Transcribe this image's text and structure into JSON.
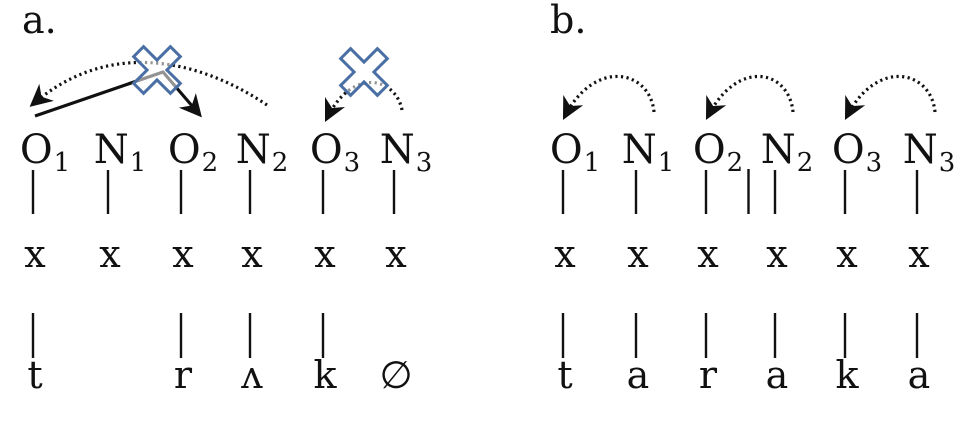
{
  "panels": [
    {
      "id": "a",
      "label": "a.",
      "nodes": [
        {
          "letter": "O",
          "index": "1"
        },
        {
          "letter": "N",
          "index": "1"
        },
        {
          "letter": "O",
          "index": "2"
        },
        {
          "letter": "N",
          "index": "2"
        },
        {
          "letter": "O",
          "index": "3"
        },
        {
          "letter": "N",
          "index": "3"
        }
      ],
      "upper_bars": [
        true,
        true,
        true,
        true,
        true,
        true
      ],
      "skeleton": [
        "x",
        "x",
        "x",
        "x",
        "x",
        "x"
      ],
      "lower_bars": [
        true,
        false,
        true,
        true,
        true,
        false
      ],
      "segments": [
        "t",
        "",
        "r",
        "ʌ",
        "k",
        "∅"
      ],
      "arrows": [
        {
          "from": 3,
          "to": 0,
          "style": "dotted",
          "blocked": false
        },
        {
          "from": 0,
          "to": 2,
          "style": "solid",
          "blocked": true
        },
        {
          "from": 5,
          "to": 4,
          "style": "dotted",
          "blocked": true
        }
      ]
    },
    {
      "id": "b",
      "label": "b.",
      "nodes": [
        {
          "letter": "O",
          "index": "1"
        },
        {
          "letter": "N",
          "index": "1"
        },
        {
          "letter": "O",
          "index": "2"
        },
        {
          "letter": "N",
          "index": "2"
        },
        {
          "letter": "O",
          "index": "3"
        },
        {
          "letter": "N",
          "index": "3"
        }
      ],
      "upper_bars": [
        true,
        true,
        true,
        true,
        true,
        true
      ],
      "extra_upper_bar": true,
      "skeleton": [
        "x",
        "x",
        "x",
        "x",
        "x",
        "x"
      ],
      "lower_bars": [
        true,
        true,
        true,
        true,
        true,
        true
      ],
      "segments": [
        "t",
        "a",
        "r",
        "a",
        "k",
        "a"
      ],
      "arrows": [
        {
          "from": 1,
          "to": 0,
          "style": "dotted",
          "blocked": false
        },
        {
          "from": 3,
          "to": 2,
          "style": "dotted",
          "blocked": false
        },
        {
          "from": 5,
          "to": 4,
          "style": "dotted",
          "blocked": false
        }
      ]
    }
  ],
  "colors": {
    "text": "#111111",
    "cross": "#4a6fa5"
  }
}
